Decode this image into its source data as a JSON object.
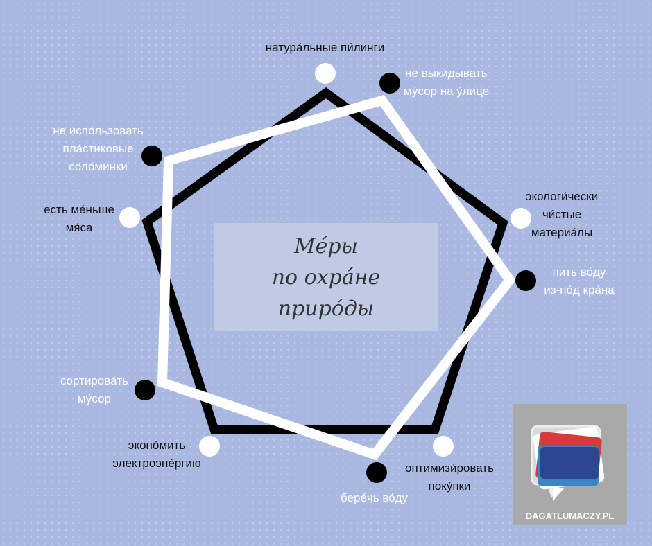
{
  "title": {
    "line1": "Ме́ры",
    "line2": "по охра́не",
    "line3": "приро́ды"
  },
  "labels": {
    "peelings": "натура́льные пи́линги",
    "no_litter": [
      "не выки́дывать",
      "му́сор на у́лице"
    ],
    "eco_materials": [
      "экологи́чески",
      "чи́стые",
      "материа́лы"
    ],
    "tap_water": [
      "пить во́ду",
      "из-по́д кра́на"
    ],
    "optimize": [
      "оптимизи́ровать",
      "поку́пки"
    ],
    "save_water": "бере́чь во́ду",
    "save_energy": [
      "эконо́мить",
      "электроэне́ргию"
    ],
    "sort_waste": [
      "сортирова́ть",
      "му́сор"
    ],
    "less_meat": [
      "есть ме́ньше",
      "мя́са"
    ],
    "no_straws": [
      "не испо́льзовать",
      "пла́стиковые",
      "соло́минки"
    ]
  },
  "logo": {
    "text": "DAGATLUMACZY.PL"
  },
  "colors": {
    "background": "#a9b8e0",
    "black_pentagon": "#000000",
    "white_pentagon": "#ffffff",
    "center_box": "#bfcbe4",
    "logo_box": "#a9a9a9",
    "logo_red": "#d63a3a",
    "logo_blue": "#3d86c6",
    "logo_navy": "#2b3f8c"
  }
}
